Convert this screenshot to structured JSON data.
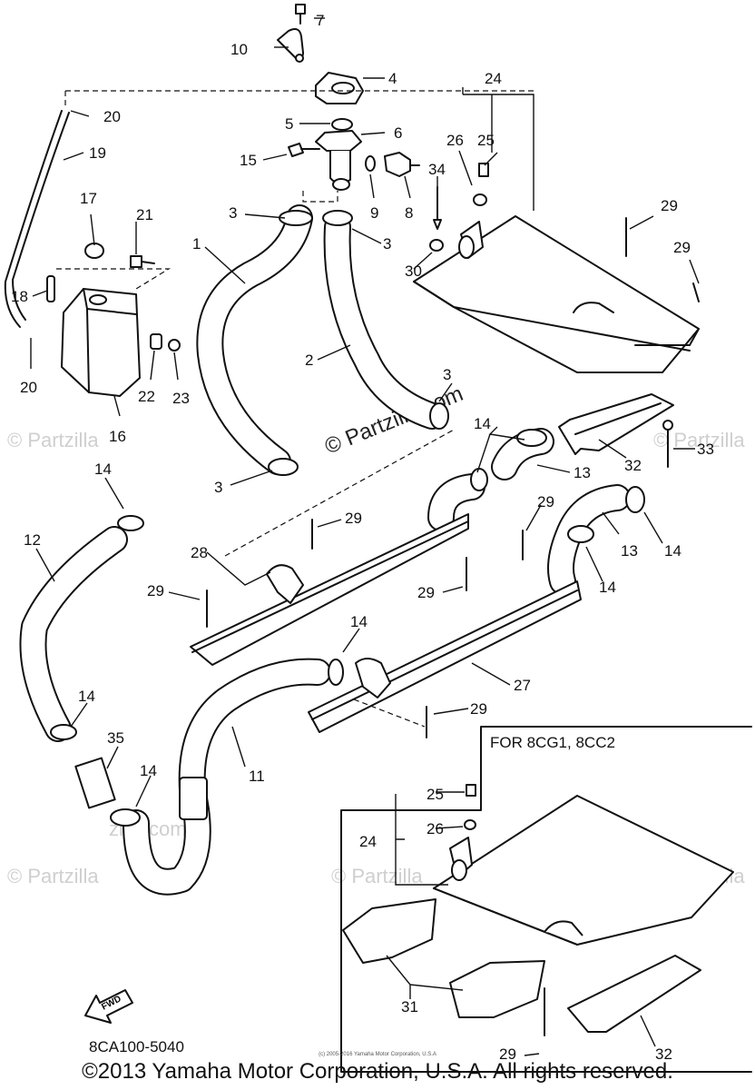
{
  "diagram_code": "8CA100-5040",
  "inset_title": "FOR 8CG1, 8CC2",
  "fwd_label": "FWD",
  "watermark": "© Partzilla.com",
  "watermark_short": "© Partzilla",
  "watermark_com": "zilla.com",
  "footer_small": "(c) 2005-2016 Yamaha Motor Corporation, U.S.A",
  "footer": "©2013 Yamaha Motor Corporation, U.S.A. All rights reserved.",
  "callouts": {
    "c1": "1",
    "c2": "2",
    "c3a": "3",
    "c3b": "3",
    "c3c": "3",
    "c3d": "3",
    "c4": "4",
    "c5": "5",
    "c6": "6",
    "c7": "7",
    "c8": "8",
    "c9": "9",
    "c10": "10",
    "c11": "11",
    "c12": "12",
    "c13a": "13",
    "c13b": "13",
    "c14a": "14",
    "c14b": "14",
    "c14c": "14",
    "c14d": "14",
    "c14e": "14",
    "c14f": "14",
    "c14g": "14",
    "c15": "15",
    "c16": "16",
    "c17": "17",
    "c18": "18",
    "c19": "19",
    "c20a": "20",
    "c20b": "20",
    "c21": "21",
    "c22": "22",
    "c23": "23",
    "c24a": "24",
    "c24b": "24",
    "c25a": "25",
    "c25b": "25",
    "c26a": "26",
    "c26b": "26",
    "c27": "27",
    "c28": "28",
    "c29a": "29",
    "c29b": "29",
    "c29c": "29",
    "c29d": "29",
    "c29e": "29",
    "c29f": "29",
    "c29g": "29",
    "c29h": "29",
    "c30": "30",
    "c31": "31",
    "c32a": "32",
    "c32b": "32",
    "c33": "33",
    "c34": "34",
    "c35": "35"
  }
}
